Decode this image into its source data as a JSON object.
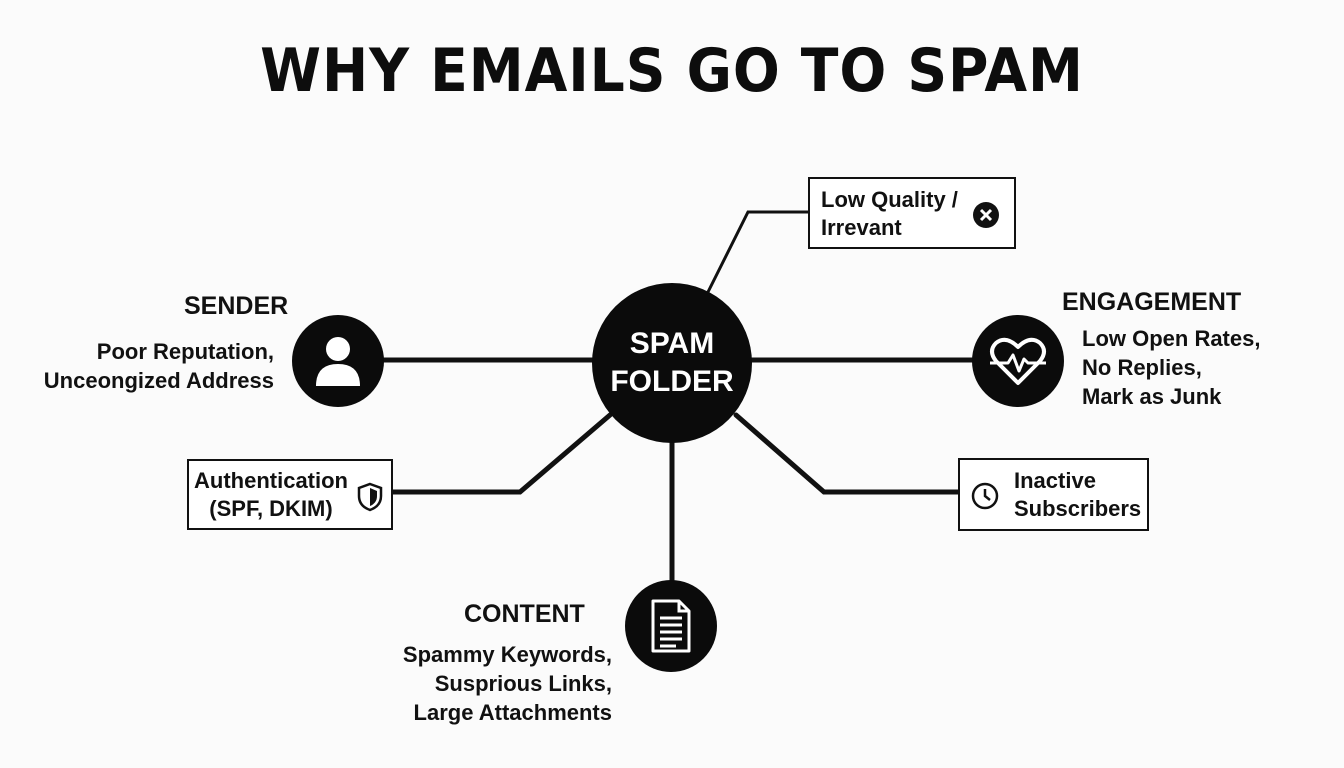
{
  "title": "WHY EMAILS GO TO SPAM",
  "hub": {
    "line1": "SPAM",
    "line2": "FOLDER"
  },
  "sender": {
    "heading": "SENDER",
    "line1": "Poor Reputation,",
    "line2": "Unceongized Address",
    "icon": "user-icon"
  },
  "engagement": {
    "heading": "ENGAGEMENT",
    "line1": "Low Open Rates,",
    "line2": "No Replies,",
    "line3": "Mark as Junk",
    "icon": "heart-pulse-icon"
  },
  "content": {
    "heading": "CONTENT",
    "line1": "Spammy Keywords,",
    "line2": "Susprious Links,",
    "line3": "Large Attachments",
    "icon": "document-icon"
  },
  "low_quality": {
    "line1": "Low Quality /",
    "line2": "Irrevant",
    "icon": "x-circle-icon"
  },
  "authentication": {
    "line1": "Authentication",
    "line2": "(SPF, DKIM)",
    "icon": "shield-icon"
  },
  "inactive": {
    "line1": "Inactive",
    "line2": "Subscribers",
    "icon": "clock-icon"
  }
}
